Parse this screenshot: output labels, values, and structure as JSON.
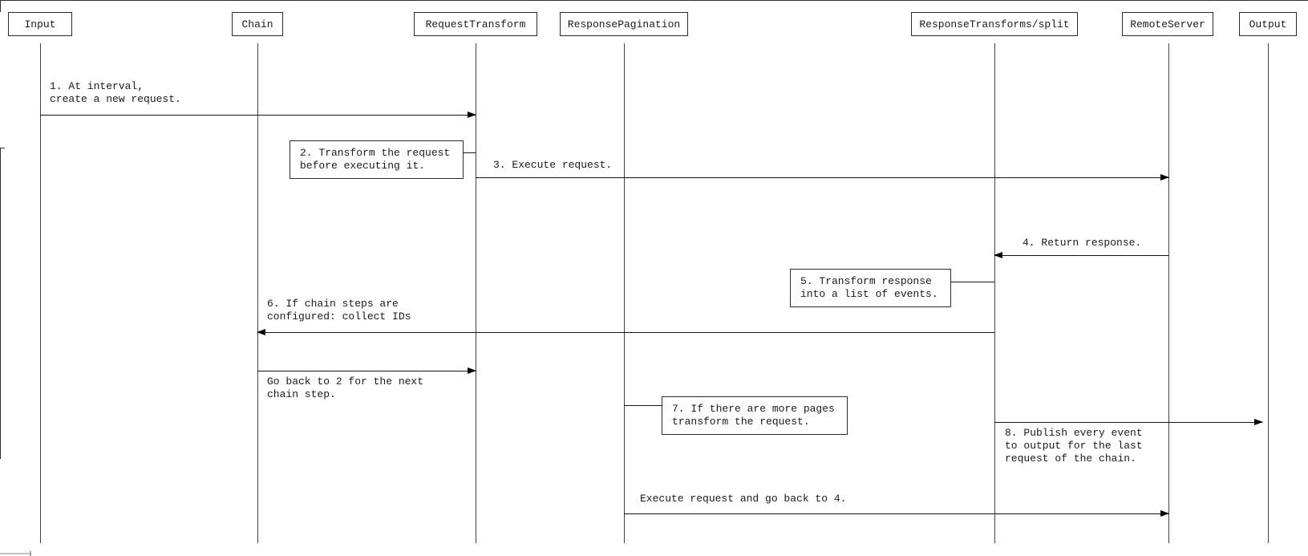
{
  "diagram_type": "sequence-diagram",
  "actors": [
    "Input",
    "Chain",
    "RequestTransform",
    "ResponsePagination",
    "ResponseTransforms/split",
    "RemoteServer",
    "Output"
  ],
  "messages": [
    {
      "lines": [
        "1. At interval,",
        "create a new request."
      ],
      "from": "Input",
      "to": "RequestTransform"
    },
    {
      "lines": [
        "3. Execute request."
      ],
      "from": "RequestTransform",
      "to": "RemoteServer"
    },
    {
      "lines": [
        "4. Return response."
      ],
      "from": "RemoteServer",
      "to": "ResponseTransforms/split"
    },
    {
      "lines": [
        "6. If chain steps are",
        "configured: collect IDs"
      ],
      "from": "ResponseTransforms/split",
      "to": "Chain"
    },
    {
      "lines": [
        "Go back to 2 for the next",
        "chain step."
      ],
      "from": "Chain",
      "to": "RequestTransform"
    },
    {
      "lines": [
        "8. Publish every event",
        "to output for the last",
        "request of the chain."
      ],
      "from": "ResponseTransforms/split",
      "to": "Output"
    },
    {
      "lines": [
        "Execute request and go back to 4."
      ],
      "from": "ResponsePagination",
      "to": "RemoteServer"
    }
  ],
  "notes": [
    {
      "lines": [
        "2. Transform the request",
        "before executing it."
      ],
      "attached_to": "RequestTransform"
    },
    {
      "lines": [
        "5. Transform response",
        "into a list of events."
      ],
      "attached_to": "ResponseTransforms/split"
    },
    {
      "lines": [
        "7. If there are more pages",
        "transform the request."
      ],
      "attached_to": "ResponsePagination"
    }
  ],
  "colors": {
    "background": "#ffffff",
    "line": "#161616",
    "lifeline": "#45443c",
    "text": "#1a1a1a",
    "border": "#2b2b2b"
  }
}
